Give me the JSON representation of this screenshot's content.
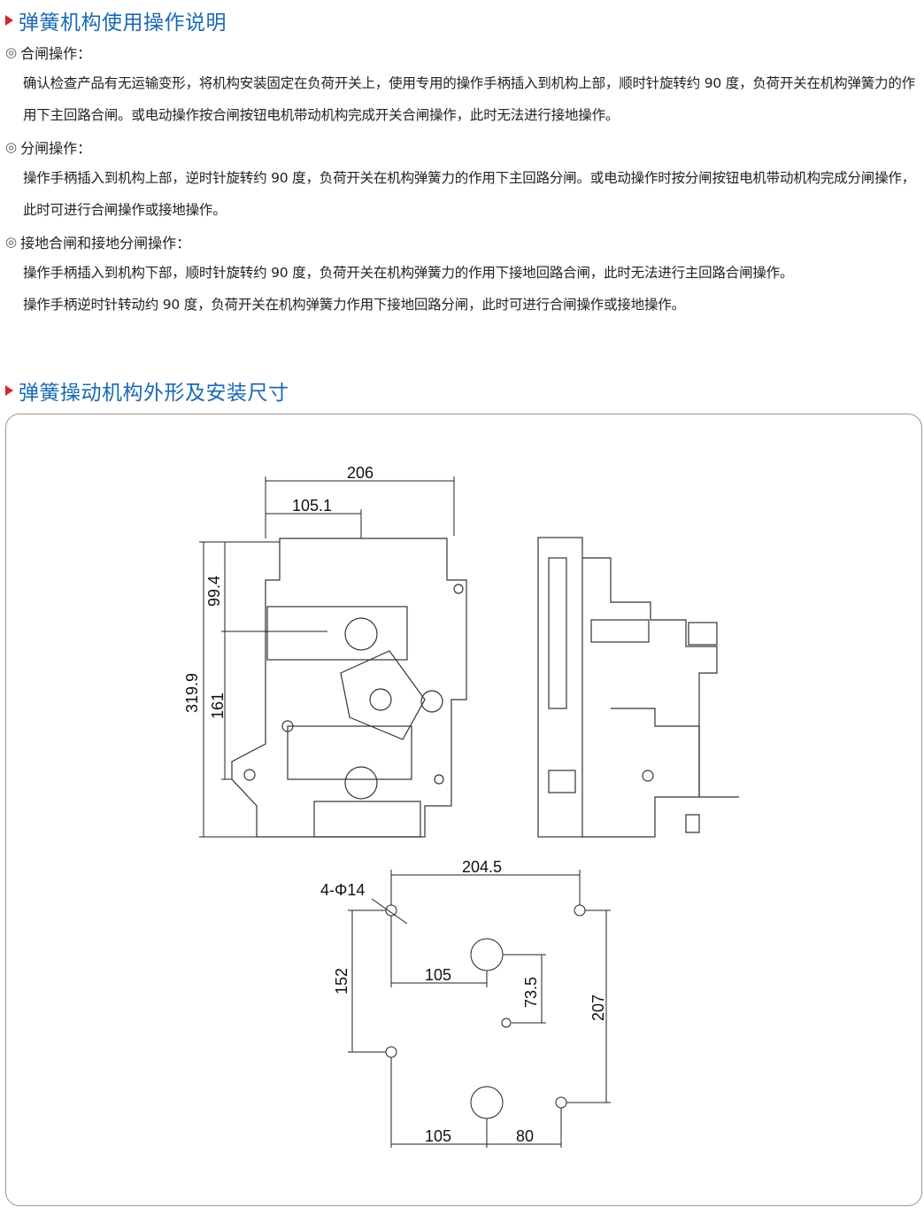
{
  "section1": {
    "title": "弹簧机构使用操作说明",
    "items": [
      {
        "heading": "合闸操作：",
        "lines": [
          "确认检查产品有无运输变形，将机构安装固定在负荷开关上，使用专用的操作手柄插入到机构上部，顺时针旋转约 90 度，负荷开关在机构弹簧力的作用下主回路合闸。或电动操作按合闸按钮电机带动机构完成开关合闸操作，此时无法进行接地操作。"
        ]
      },
      {
        "heading": "分闸操作：",
        "lines": [
          "操作手柄插入到机构上部，逆时针旋转约 90 度，负荷开关在机构弹簧力的作用下主回路分闸。或电动操作时按分闸按钮电机带动机构完成分闸操作，此时可进行合闸操作或接地操作。"
        ]
      },
      {
        "heading": "接地合闸和接地分闸操作：",
        "lines": [
          "操作手柄插入到机构下部，顺时针旋转约 90 度，负荷开关在机构弹簧力的作用下接地回路合闸，此时无法进行主回路合闸操作。",
          "操作手柄逆时针转动约 90 度，负荷开关在机构弹簧力作用下接地回路分闸，此时可进行合闸操作或接地操作。"
        ]
      }
    ]
  },
  "section2": {
    "title": "弹簧操动机构外形及安装尺寸",
    "dims": {
      "width_total": "206",
      "width_shaft": "105.1",
      "height_total": "319.9",
      "height_upper": "99.4",
      "height_lower": "161",
      "hole_span": "204.5",
      "holes": "4-Φ14",
      "hole_vertical": "152",
      "shaft_offset_upper": "105",
      "shaft_vertical": "73.5",
      "hole_vertical_right": "207",
      "shaft_offset_lower": "105",
      "hole_offset_lower": "80"
    }
  }
}
